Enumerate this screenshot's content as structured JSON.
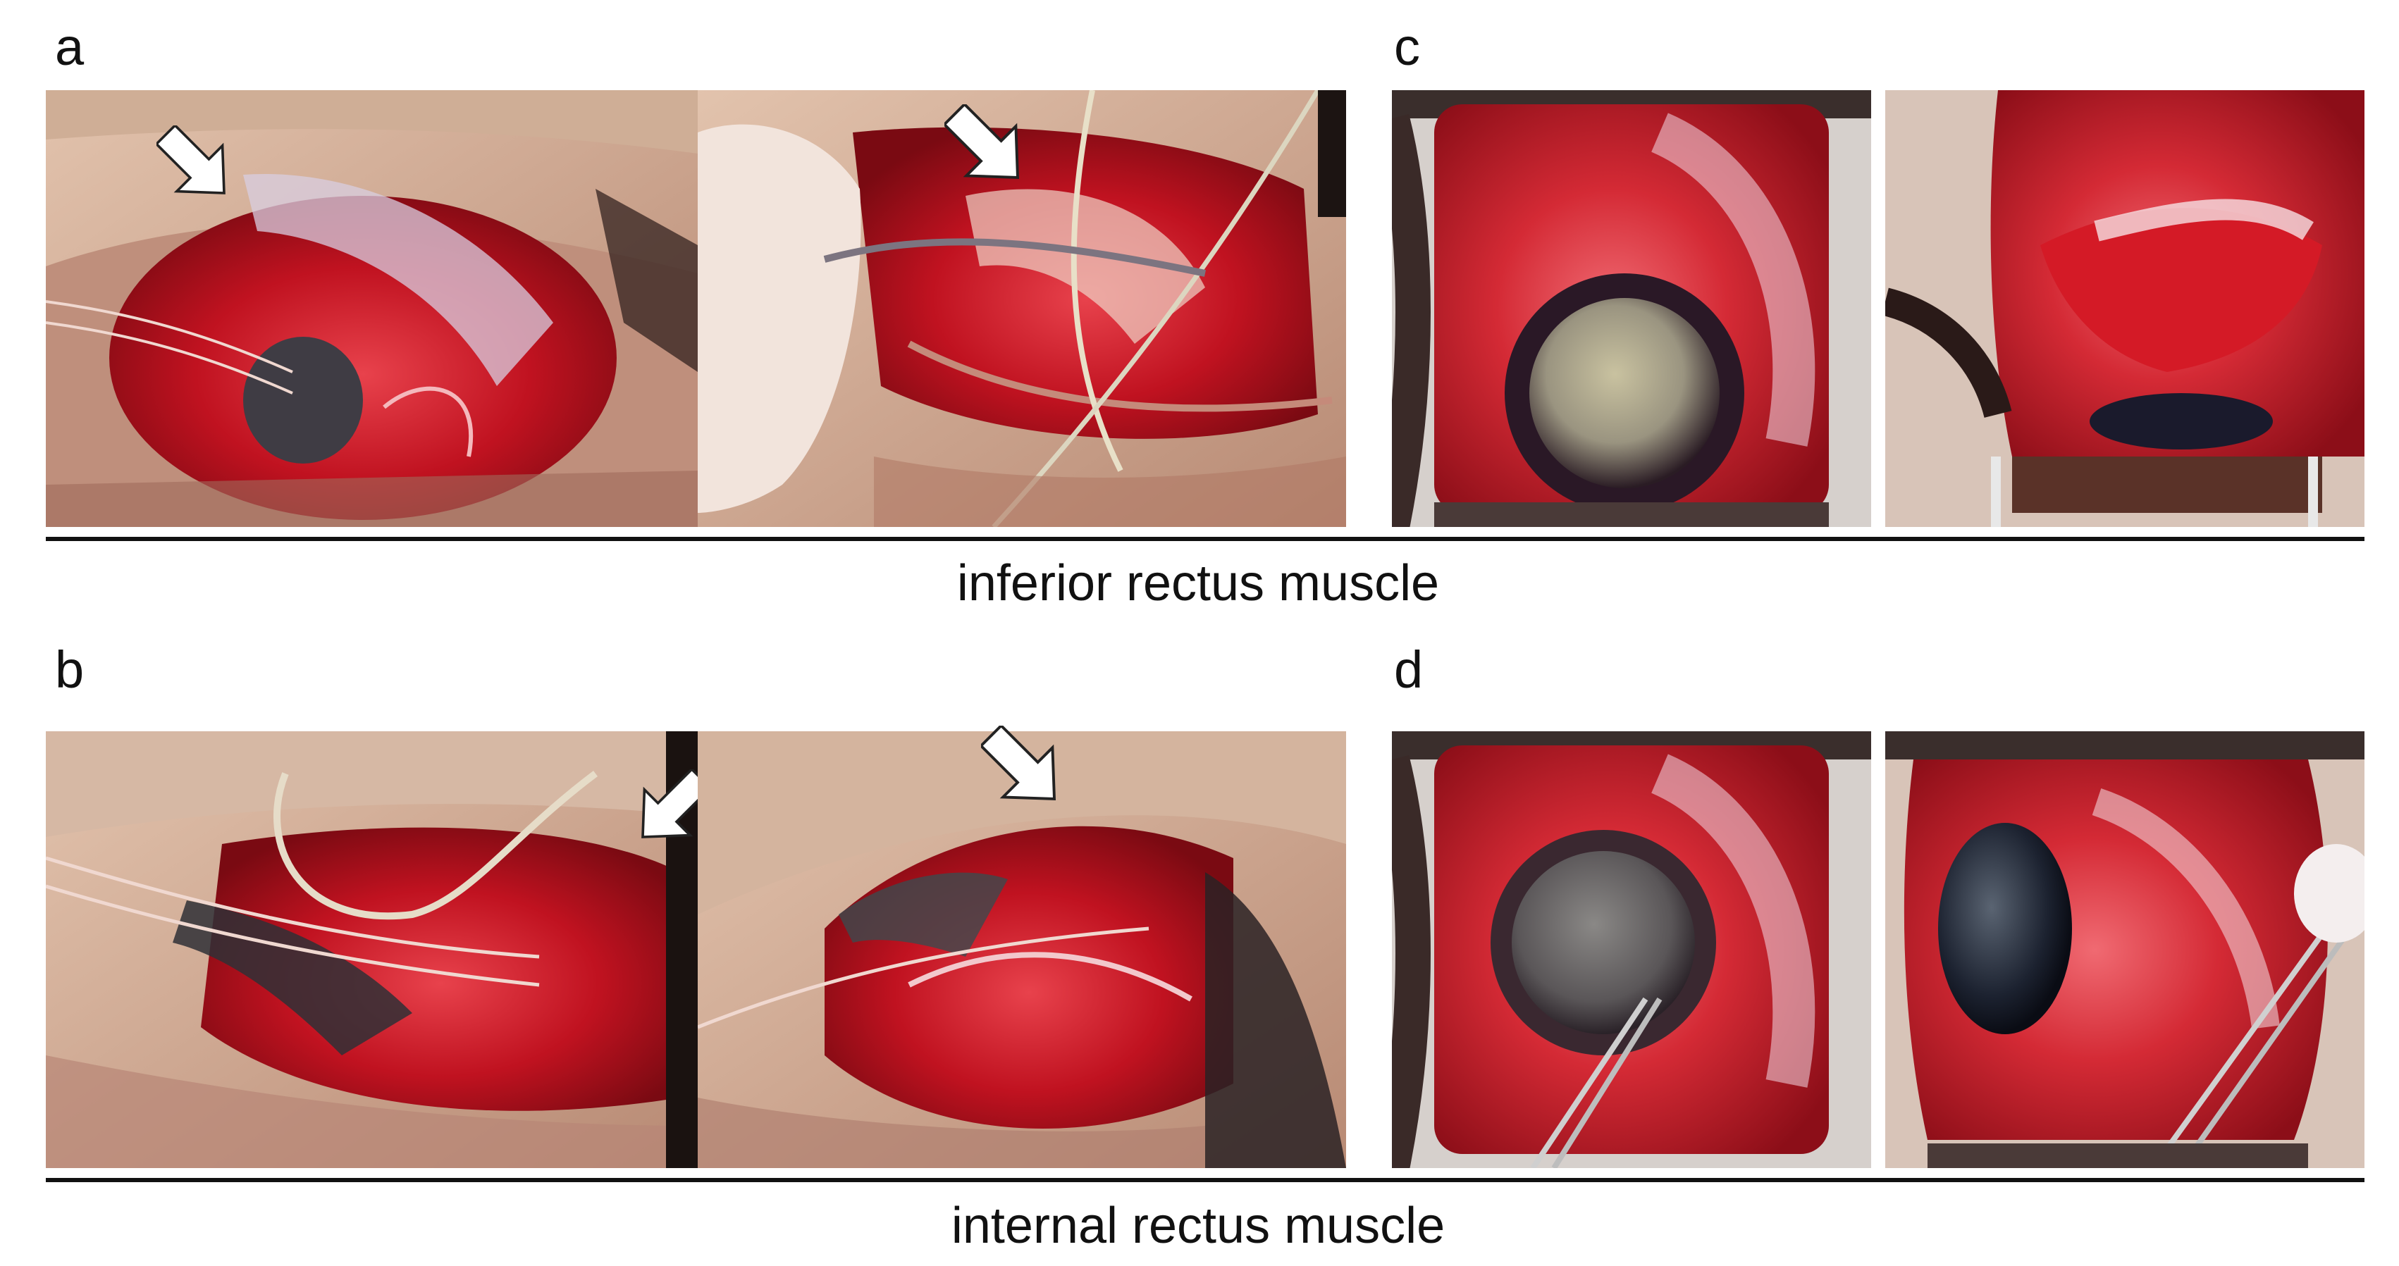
{
  "panels": {
    "a": {
      "letter": "a"
    },
    "b": {
      "letter": "b"
    },
    "c": {
      "letter": "c"
    },
    "d": {
      "letter": "d"
    }
  },
  "captions": {
    "top": "inferior rectus muscle",
    "bottom": "internal rectus muscle"
  },
  "colors": {
    "tissue_red": "#c8101e",
    "skin": "#d9b39a",
    "arrow": "#ffffff",
    "rule": "#111111"
  },
  "icons": {
    "arrow": "white-down-right-arrow",
    "arrow_b1": "white-down-left-arrow"
  }
}
